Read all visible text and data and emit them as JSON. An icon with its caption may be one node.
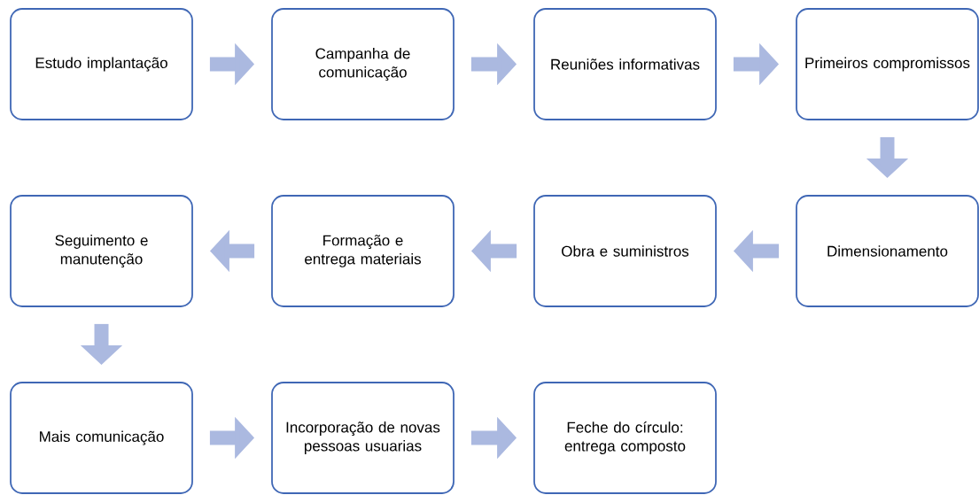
{
  "diagram": {
    "nodes": [
      {
        "text": [
          "Estudo implantação"
        ]
      },
      {
        "text": [
          "Campanha de comunicação"
        ]
      },
      {
        "text": [
          "Reuniões informativas"
        ]
      },
      {
        "text": [
          "Primeiros compromissos"
        ]
      },
      {
        "text": [
          "Dimensionamento"
        ]
      },
      {
        "text": [
          "Obra e suministros"
        ]
      },
      {
        "text": [
          "Formação e entrega materiais"
        ]
      },
      {
        "text": [
          "Seguimento e manutenção"
        ]
      },
      {
        "text": [
          "Mais comunicação"
        ]
      },
      {
        "text": [
          "Incorporação de novas pessoas usuarias"
        ]
      },
      {
        "text": [
          "Feche do círculo: entrega composto"
        ]
      }
    ],
    "edges": [
      {
        "from": 0,
        "to": 1,
        "arrow": "to"
      },
      {
        "from": 1,
        "to": 2,
        "arrow": "to"
      },
      {
        "from": 2,
        "to": 3,
        "arrow": "to"
      },
      {
        "from": 3,
        "to": 4,
        "arrow": "to"
      },
      {
        "from": 4,
        "to": 5,
        "arrow": "to"
      },
      {
        "from": 5,
        "to": 6,
        "arrow": "to"
      },
      {
        "from": 6,
        "to": 7,
        "arrow": "to"
      },
      {
        "from": 7,
        "to": 8,
        "arrow": "to"
      },
      {
        "from": 8,
        "to": 9,
        "arrow": "to"
      },
      {
        "from": 9,
        "to": 10,
        "arrow": "to"
      }
    ]
  }
}
